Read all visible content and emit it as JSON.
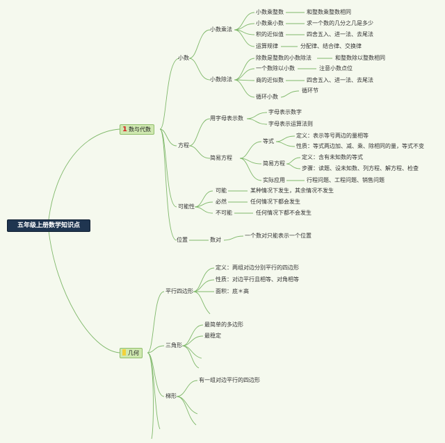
{
  "title": "五年级上册数学知识点",
  "branches": {
    "numbers": {
      "num": "1",
      "label": "数与代数"
    },
    "geometry": {
      "label": "几何"
    }
  },
  "n": {
    "xiaoshu": "小数",
    "xscf": "小数乘法",
    "xscz": "小数乘整数",
    "xscz_d": "和整数乘整数相同",
    "xscxs": "小数乘小数",
    "xscxs_d": "求一个数的几分之几是多少",
    "jdjsz1": "积的近似值",
    "jdjsz1_d": "四舍五入、进一法、去尾法",
    "ysgl": "运算规律",
    "ysgl_d": "分配律、结合律、交换律",
    "xscf2": "小数除法",
    "cszs": "除数是整数的小数除法",
    "cszs_d": "和整数除以整数相同",
    "yscxs": "一个数除以小数",
    "yscxs_d": "注意小数点位",
    "sdjsz": "商的近似数",
    "sdjsz_d": "四舍五入、进一法、去尾法",
    "xhxs": "循环小数",
    "xhxs_d": "循环节",
    "fangcheng": "方程",
    "yzmbss": "用字母表示数",
    "zmbss": "字母表示数字",
    "zmbsysf": "字母表示运算法则",
    "jyfc": "简易方程",
    "dengshi": "等式",
    "ds_def": "定义：表示等号两边的量相等",
    "ds_xz": "性质：等式两边加、减、乘、除相同的量，等式不变",
    "jyfc2": "简易方程",
    "jy_def": "定义：含有未知数的等式",
    "jy_bz": "步骤：读题、设未知数、列方程、解方程、检查",
    "sjyy": "实际应用",
    "sjyy_d": "行程问题、工程问题、销售问题",
    "knx": "可能性",
    "keneng": "可能",
    "keneng_d": "某种情况下发生，其余情况不发生",
    "biran": "必然",
    "biran_d": "任何情况下都会发生",
    "bukeneng": "不可能",
    "bukeneng_d": "任何情况下都不会发生",
    "weizhi": "位置",
    "shudui": "数对",
    "shudui_d": "一个数对只能表示一个位置",
    "pxsbx": "平行四边形",
    "px_def": "定义：两组对边分别平行的四边形",
    "px_xz": "性质：对边平行且相等、对角相等",
    "px_mj": "面积：底＊高",
    "sjx": "三角形",
    "sjx_1": "最简单的多边形",
    "sjx_2": "最稳定",
    "tixing": "梯形",
    "tx_1": "有一组对边平行的四边形"
  }
}
